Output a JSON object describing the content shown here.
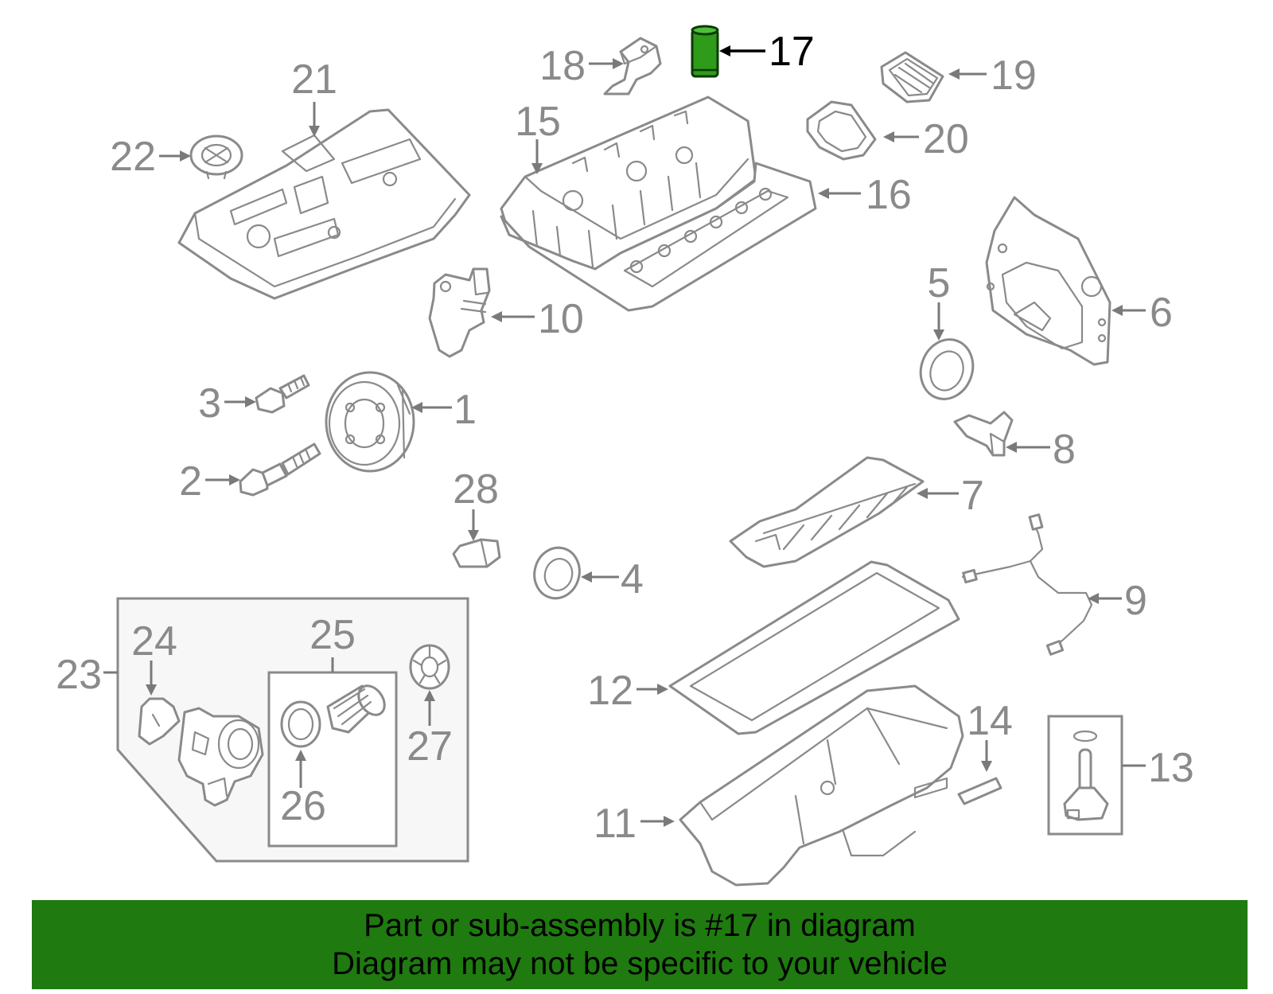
{
  "callouts": {
    "c1": "1",
    "c2": "2",
    "c3": "3",
    "c4": "4",
    "c5": "5",
    "c6": "6",
    "c7": "7",
    "c8": "8",
    "c9": "9",
    "c10": "10",
    "c11": "11",
    "c12": "12",
    "c13": "13",
    "c14": "14",
    "c15": "15",
    "c16": "16",
    "c17": "17",
    "c18": "18",
    "c19": "19",
    "c20": "20",
    "c21": "21",
    "c22": "22",
    "c23": "23",
    "c24": "24",
    "c25": "25",
    "c26": "26",
    "c27": "27",
    "c28": "28"
  },
  "highlight": {
    "part_number": "17",
    "color": "#1f8a10"
  },
  "colors": {
    "line": "#8a8a8a",
    "banner_bg": "#1f7a10",
    "highlight_part": "#2e9b1a"
  },
  "banner": {
    "line1": "Part or sub-assembly is #17 in diagram",
    "line2": "Diagram may not be specific to your vehicle"
  }
}
